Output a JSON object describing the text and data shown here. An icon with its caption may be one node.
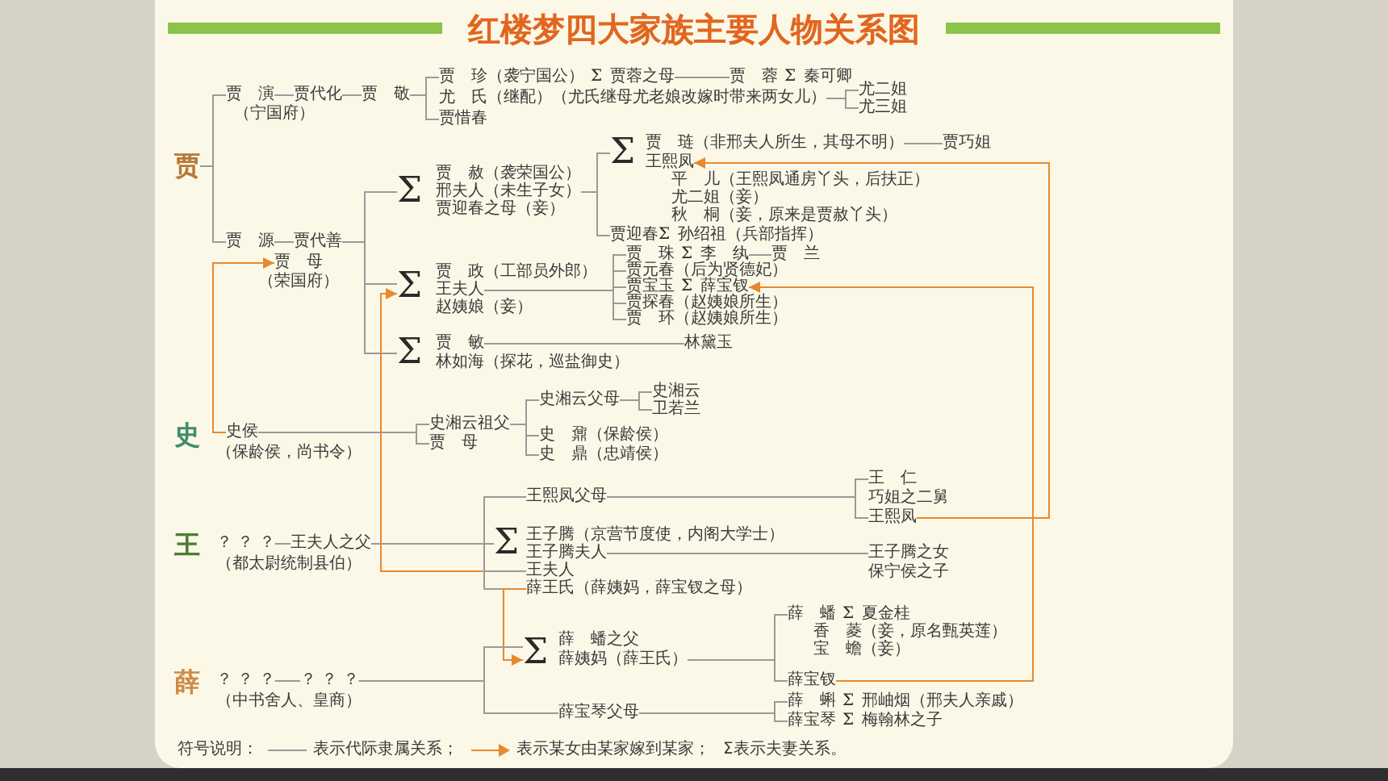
{
  "diagram": {
    "title": "红楼梦四大家族主要人物关系图",
    "nodes": [
      {
        "text": [
          "贾"
        ]
      },
      {
        "text": [
          "贾　演"
        ],
        "beside": [
          "（宁国府）"
        ]
      },
      {
        "text": [
          "贾代化"
        ]
      },
      {
        "text": [
          "贾　敬"
        ]
      },
      {
        "text": [
          "贾　珍",
          "（袭宁国公）"
        ]
      },
      {
        "text": [
          "贾蓉之母"
        ]
      },
      {
        "text": [
          "贾　蓉"
        ]
      },
      {
        "text": [
          "尤　氏",
          "（继配）",
          "（尤氏继母尤老娘改嫁时带来两女儿）"
        ]
      },
      {
        "text": [
          "尤二姐"
        ]
      },
      {
        "text": [
          "尤三姐"
        ]
      },
      {
        "text": [
          "贾惜春"
        ]
      },
      {
        "text": [
          "贾　源"
        ]
      },
      {
        "text": [
          "贾代善"
        ]
      },
      {
        "text": [
          "贾　母"
        ],
        "beside": [
          "（荣国府）"
        ]
      },
      {
        "text": [
          "Σ"
        ]
      },
      {
        "text": [
          "邢夫人",
          "（未生子女）"
        ]
      },
      {
        "text": [
          "Σ"
        ]
      },
      {
        "text": [
          "贾　琏",
          "（非邢夫人所生，其母不明）"
        ]
      },
      {
        "text": [
          "贾巧姐"
        ]
      },
      {
        "text": [
          "王熙凤"
        ]
      },
      {
        "text": [
          "贾迎春"
        ]
      },
      {
        "text": [
          "Σ"
        ]
      },
      {
        "text": [
          "王夫人"
        ]
      },
      {
        "text": [
          "贾　珠"
        ]
      },
      {
        "text": [
          "李　纨"
        ]
      },
      {
        "text": [
          "贾　兰"
        ]
      },
      {
        "text": [
          "贾元春",
          "（后为贤德妃）"
        ]
      },
      {
        "text": [
          "贾宝玉"
        ]
      },
      {
        "text": [
          "薛宝钗"
        ]
      },
      {
        "text": [
          "贾探春",
          "（赵姨娘所生）"
        ]
      },
      {
        "text": [
          "贾　环",
          "（赵姨娘所生）"
        ]
      },
      {
        "text": [
          "Σ"
        ]
      },
      {
        "text": [
          "贾　敏"
        ]
      },
      {
        "text": [
          "林黛玉"
        ]
      },
      {
        "text": [
          "史侯"
        ],
        "beside": [
          "（保龄侯，尚书令）"
        ]
      },
      {
        "text": [
          "史湘云祖父"
        ]
      },
      {
        "text": [
          "贾　母"
        ]
      },
      {
        "text": [
          "史湘云父母"
        ]
      },
      {
        "text": [
          "史湘云"
        ]
      },
      {
        "text": [
          "卫若兰"
        ]
      },
      {
        "text": [
          "史　鼐",
          "（保龄侯）"
        ]
      },
      {
        "text": [
          "史　鼎",
          "（忠靖侯）"
        ]
      },
      {
        "text": [
          "？ ？ ？"
        ],
        "beside": [
          "（都太尉统制县伯）"
        ]
      },
      {
        "text": [
          "王夫人之父"
        ]
      },
      {
        "text": [
          "王熙凤父母"
        ]
      },
      {
        "text": [
          "王　仁",
          "巧姐之二舅"
        ]
      },
      {
        "text": [
          "王熙凤"
        ]
      },
      {
        "text": [
          "Σ"
        ]
      },
      {
        "text": [
          "王子腾夫人"
        ]
      },
      {
        "text": [
          "王子腾之女"
        ]
      },
      {
        "text": [
          "王夫人"
        ]
      },
      {
        "text": [
          "薛王氏",
          "（薛姨妈，薛宝钗之母）"
        ]
      },
      {
        "text": [
          "？ ？ ？"
        ],
        "beside": [
          "（中书舍人、皇商）"
        ]
      },
      {
        "text": [
          "？ ？ ？"
        ]
      },
      {
        "text": [
          "Σ"
        ]
      },
      {
        "text": [
          "薛姨妈",
          "（薛王氏）"
        ]
      },
      {
        "text": [
          "薛　蟠"
        ]
      },
      {
        "text": [
          "薛宝钗"
        ]
      },
      {
        "text": [
          "薛宝琴父母"
        ]
      },
      {
        "text": [
          "薛　蝌"
        ]
      },
      {
        "text": [
          "薛宝琴"
        ]
      }
    ],
    "edges": [
      {
        "from": 0,
        "to": 1,
        "arrow": "none"
      },
      {
        "from": 0,
        "to": 11,
        "arrow": "none"
      },
      {
        "from": 1,
        "to": 2,
        "arrow": "none"
      },
      {
        "from": 2,
        "to": 3,
        "arrow": "none"
      },
      {
        "from": 3,
        "to": 4,
        "arrow": "none"
      },
      {
        "from": 3,
        "to": 10,
        "arrow": "none"
      },
      {
        "from": 5,
        "to": 6,
        "arrow": "none"
      },
      {
        "from": 7,
        "to": 8,
        "arrow": "none"
      },
      {
        "from": 7,
        "to": 9,
        "arrow": "none"
      },
      {
        "from": 11,
        "to": 12,
        "arrow": "none"
      },
      {
        "from": 12,
        "to": 14,
        "arrow": "none"
      },
      {
        "from": 12,
        "to": 21,
        "arrow": "none"
      },
      {
        "from": 12,
        "to": 31,
        "arrow": "none"
      },
      {
        "from": 34,
        "to": 13,
        "arrow": "to",
        "color": "#e8892f"
      },
      {
        "from": 15,
        "to": 16,
        "arrow": "none"
      },
      {
        "from": 15,
        "to": 20,
        "arrow": "none"
      },
      {
        "from": 17,
        "to": 18,
        "arrow": "none"
      },
      {
        "from": 46,
        "to": 19,
        "arrow": "to",
        "color": "#e8892f"
      },
      {
        "from": 22,
        "to": 23,
        "arrow": "none"
      },
      {
        "from": 22,
        "to": 26,
        "arrow": "none"
      },
      {
        "from": 22,
        "to": 27,
        "arrow": "none"
      },
      {
        "from": 22,
        "to": 29,
        "arrow": "none"
      },
      {
        "from": 22,
        "to": 30,
        "arrow": "none"
      },
      {
        "from": 24,
        "to": 25,
        "arrow": "none"
      },
      {
        "from": 57,
        "to": 28,
        "arrow": "to",
        "color": "#e8892f"
      },
      {
        "from": 50,
        "to": 21,
        "arrow": "to",
        "color": "#e8892f"
      },
      {
        "from": 32,
        "to": 33,
        "arrow": "none"
      },
      {
        "from": 34,
        "to": 35,
        "arrow": "none"
      },
      {
        "from": 34,
        "to": 36,
        "arrow": "none"
      },
      {
        "from": 35,
        "to": 37,
        "arrow": "none"
      },
      {
        "from": 35,
        "to": 40,
        "arrow": "none"
      },
      {
        "from": 35,
        "to": 41,
        "arrow": "none"
      },
      {
        "from": 37,
        "to": 38,
        "arrow": "none"
      },
      {
        "from": 37,
        "to": 39,
        "arrow": "none"
      },
      {
        "from": 42,
        "to": 43,
        "arrow": "none"
      },
      {
        "from": 43,
        "to": 44,
        "arrow": "none"
      },
      {
        "from": 43,
        "to": 47,
        "arrow": "none"
      },
      {
        "from": 43,
        "to": 50,
        "arrow": "none"
      },
      {
        "from": 43,
        "to": 51,
        "arrow": "none"
      },
      {
        "from": 44,
        "to": 45,
        "arrow": "none"
      },
      {
        "from": 44,
        "to": 46,
        "arrow": "none"
      },
      {
        "from": 48,
        "to": 49,
        "arrow": "none"
      },
      {
        "from": 51,
        "to": 54,
        "arrow": "to",
        "color": "#e8892f"
      },
      {
        "from": 52,
        "to": 53,
        "arrow": "none"
      },
      {
        "from": 53,
        "to": 54,
        "arrow": "none"
      },
      {
        "from": 53,
        "to": 58,
        "arrow": "none"
      },
      {
        "from": 55,
        "to": 56,
        "arrow": "none"
      },
      {
        "from": 55,
        "to": 57,
        "arrow": "none"
      },
      {
        "from": 58,
        "to": 59,
        "arrow": "none"
      },
      {
        "from": 58,
        "to": 60,
        "arrow": "none"
      }
    ],
    "labels": [
      "Σ",
      "Σ",
      "秦可卿",
      "贾　赦（袭荣国公）",
      "平　儿（王熙凤通房丫头，后扶正）",
      "尤二姐（妾）",
      "贾迎春之母（妾）",
      "秋　桐（妾，原来是贾赦丫头）",
      "Σ",
      "孙绍祖（兵部指挥）",
      "Σ",
      "贾　政（工部员外郎）",
      "Σ",
      "赵姨娘（妾）",
      "林如海（探花，巡盐御史）",
      "史",
      "王",
      "王子腾（京营节度使，内阁大学士）",
      "保宁侯之子",
      "薛　蟠之父",
      "Σ",
      "夏金桂",
      "香　菱（妾，原名甄英莲）",
      "宝　蟾（妾）",
      "薛",
      "Σ",
      "邢岫烟（邢夫人亲戚）",
      "Σ",
      "梅翰林之子",
      "符号说明："
    ],
    "legend": [
      {
        "text": "表示代际隶属关系；"
      },
      {
        "text": "表示某女由某家嫁到某家；"
      },
      {
        "text": "Σ表示夫妻关系。"
      }
    ]
  }
}
